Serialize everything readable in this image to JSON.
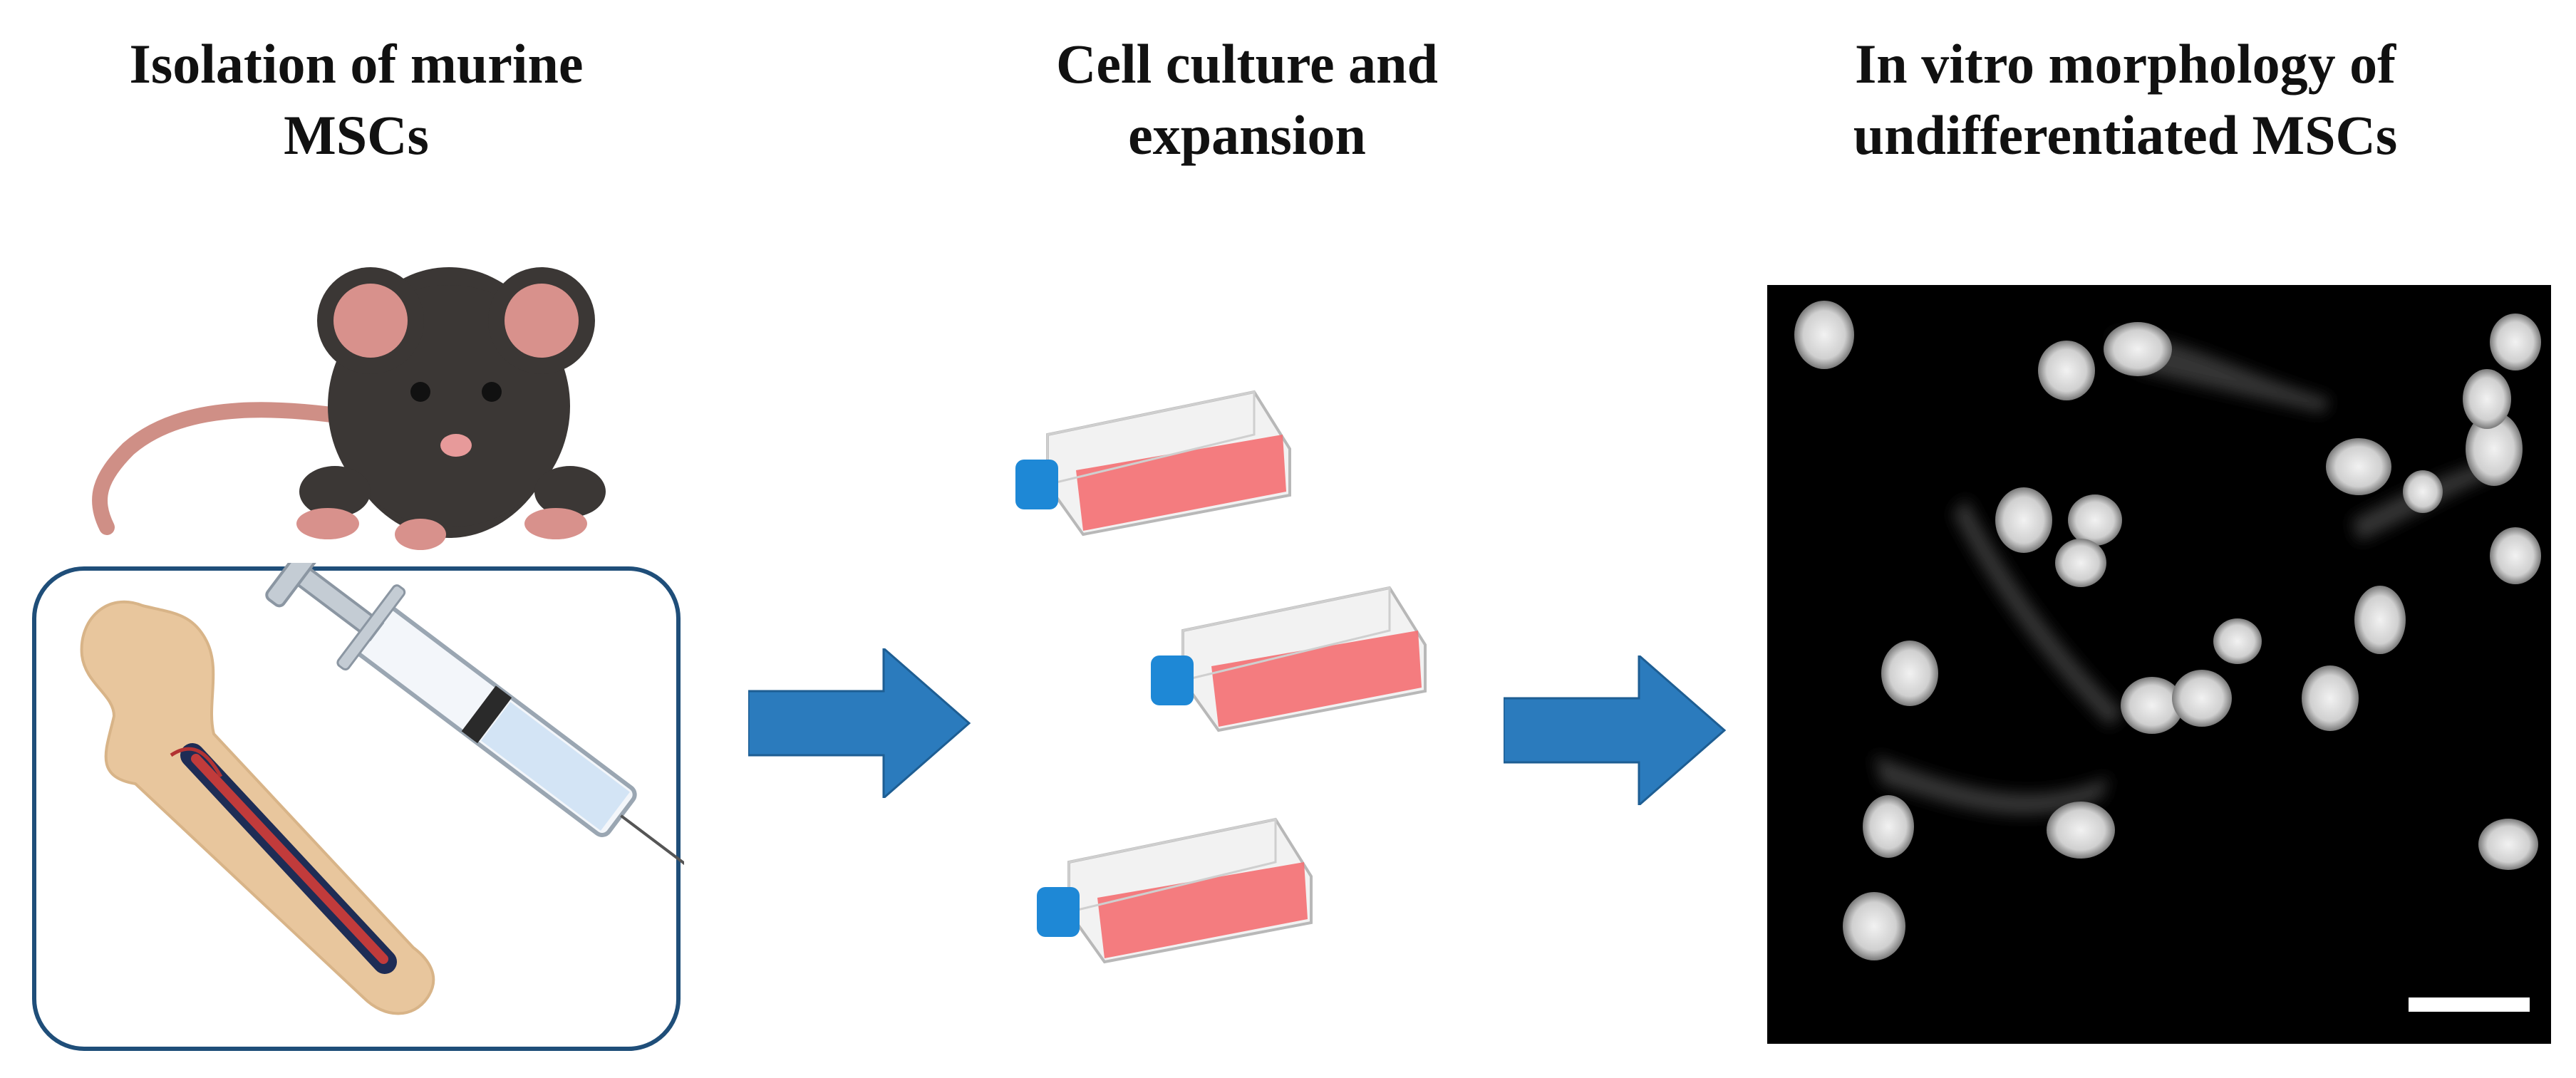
{
  "steps": [
    {
      "title_lines": [
        "Isolation of murine",
        "MSCs"
      ]
    },
    {
      "title_lines": [
        "Cell culture and",
        "expansion"
      ]
    },
    {
      "title_lines": [
        "In vitro morphology of",
        "undifferentiated MSCs"
      ]
    }
  ],
  "icons": {
    "mouse": "mouse-icon",
    "femur": "femur-bone-icon",
    "syringe": "syringe-icon",
    "flask": "culture-flask-icon",
    "arrow": "arrow-right-icon",
    "micrograph": "fluorescence-micrograph",
    "scale_bar": "scale-bar"
  },
  "colors": {
    "arrow": "#2b7bbd",
    "box_border": "#1f4e79",
    "medium": "#f07070",
    "cap": "#1e88d6"
  }
}
